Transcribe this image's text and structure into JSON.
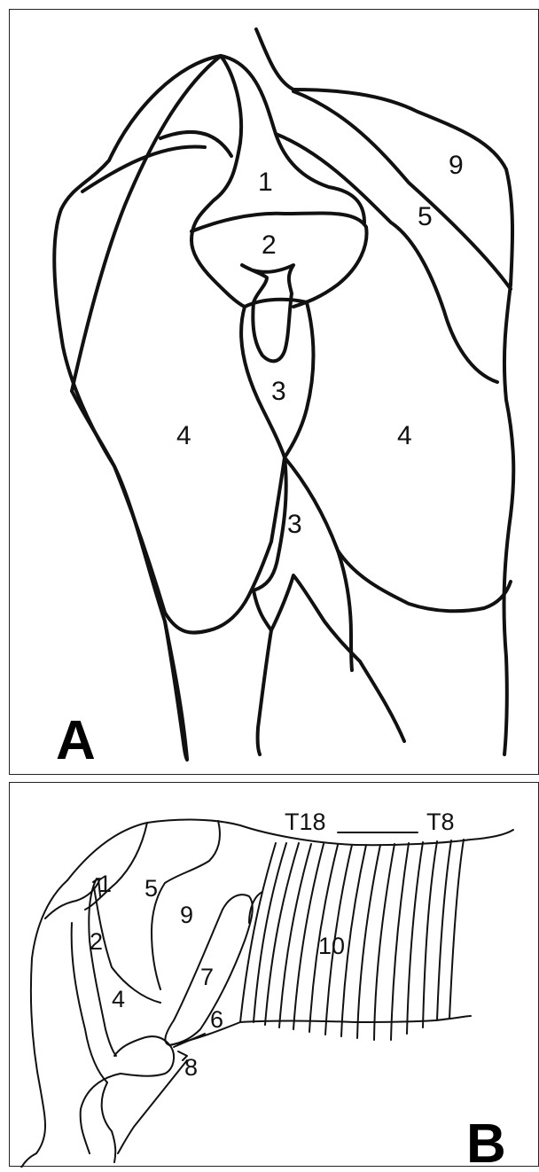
{
  "panel_a": {
    "letter": "A",
    "labels": [
      "1",
      "2",
      "3",
      "3",
      "4",
      "4",
      "5",
      "9"
    ]
  },
  "panel_b": {
    "letter": "B",
    "labels": [
      "1",
      "2",
      "4",
      "5",
      "9",
      "7",
      "6",
      "8",
      "10"
    ],
    "vertebra_left": "T18",
    "vertebra_right": "T8"
  },
  "colors": {
    "line": "#111111",
    "background": "#ffffff"
  }
}
